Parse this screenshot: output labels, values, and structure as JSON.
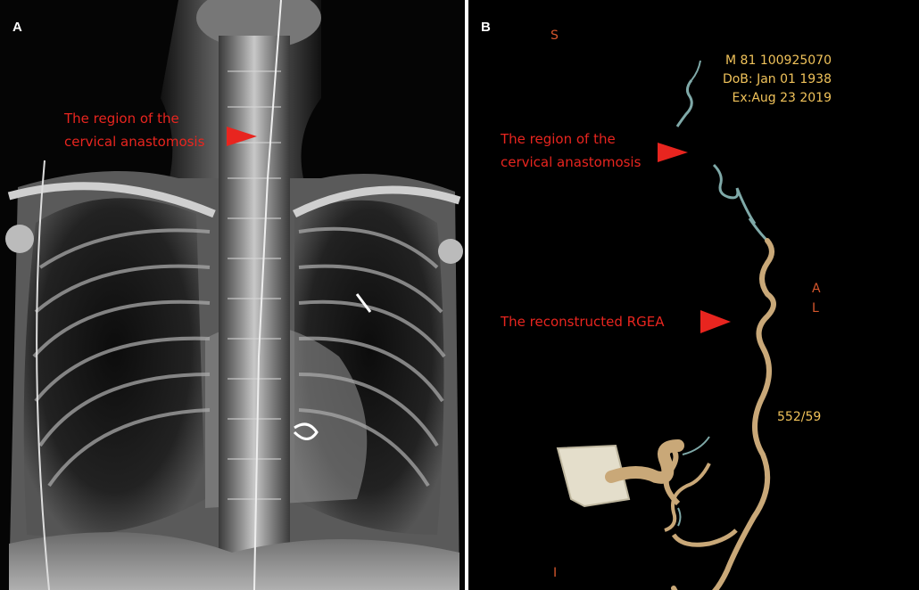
{
  "panel_a": {
    "letter": "A",
    "arrow_label_lines": [
      "The region of the",
      "cervical anastomosis"
    ]
  },
  "panel_b": {
    "letter": "B",
    "orientation": {
      "superior": "S",
      "anterior": "A",
      "left": "L",
      "inferior": "I"
    },
    "patient_info": [
      "M 81 100925070",
      "DoB: Jan 01 1938",
      "Ex:Aug 23 2019"
    ],
    "slice_counter": "552/59",
    "arrow_labels": {
      "anastomosis_lines": [
        "The region of the",
        "cervical anastomosis"
      ],
      "rgea": "The reconstructed RGEA"
    }
  },
  "colors": {
    "annotation_red": "#e8251f",
    "overlay_text_yellow": "#f0c25a",
    "orientation_orange": "#d6562c",
    "vessel_tan": "#c9a878",
    "vessel_teal": "#7fa9a8"
  }
}
